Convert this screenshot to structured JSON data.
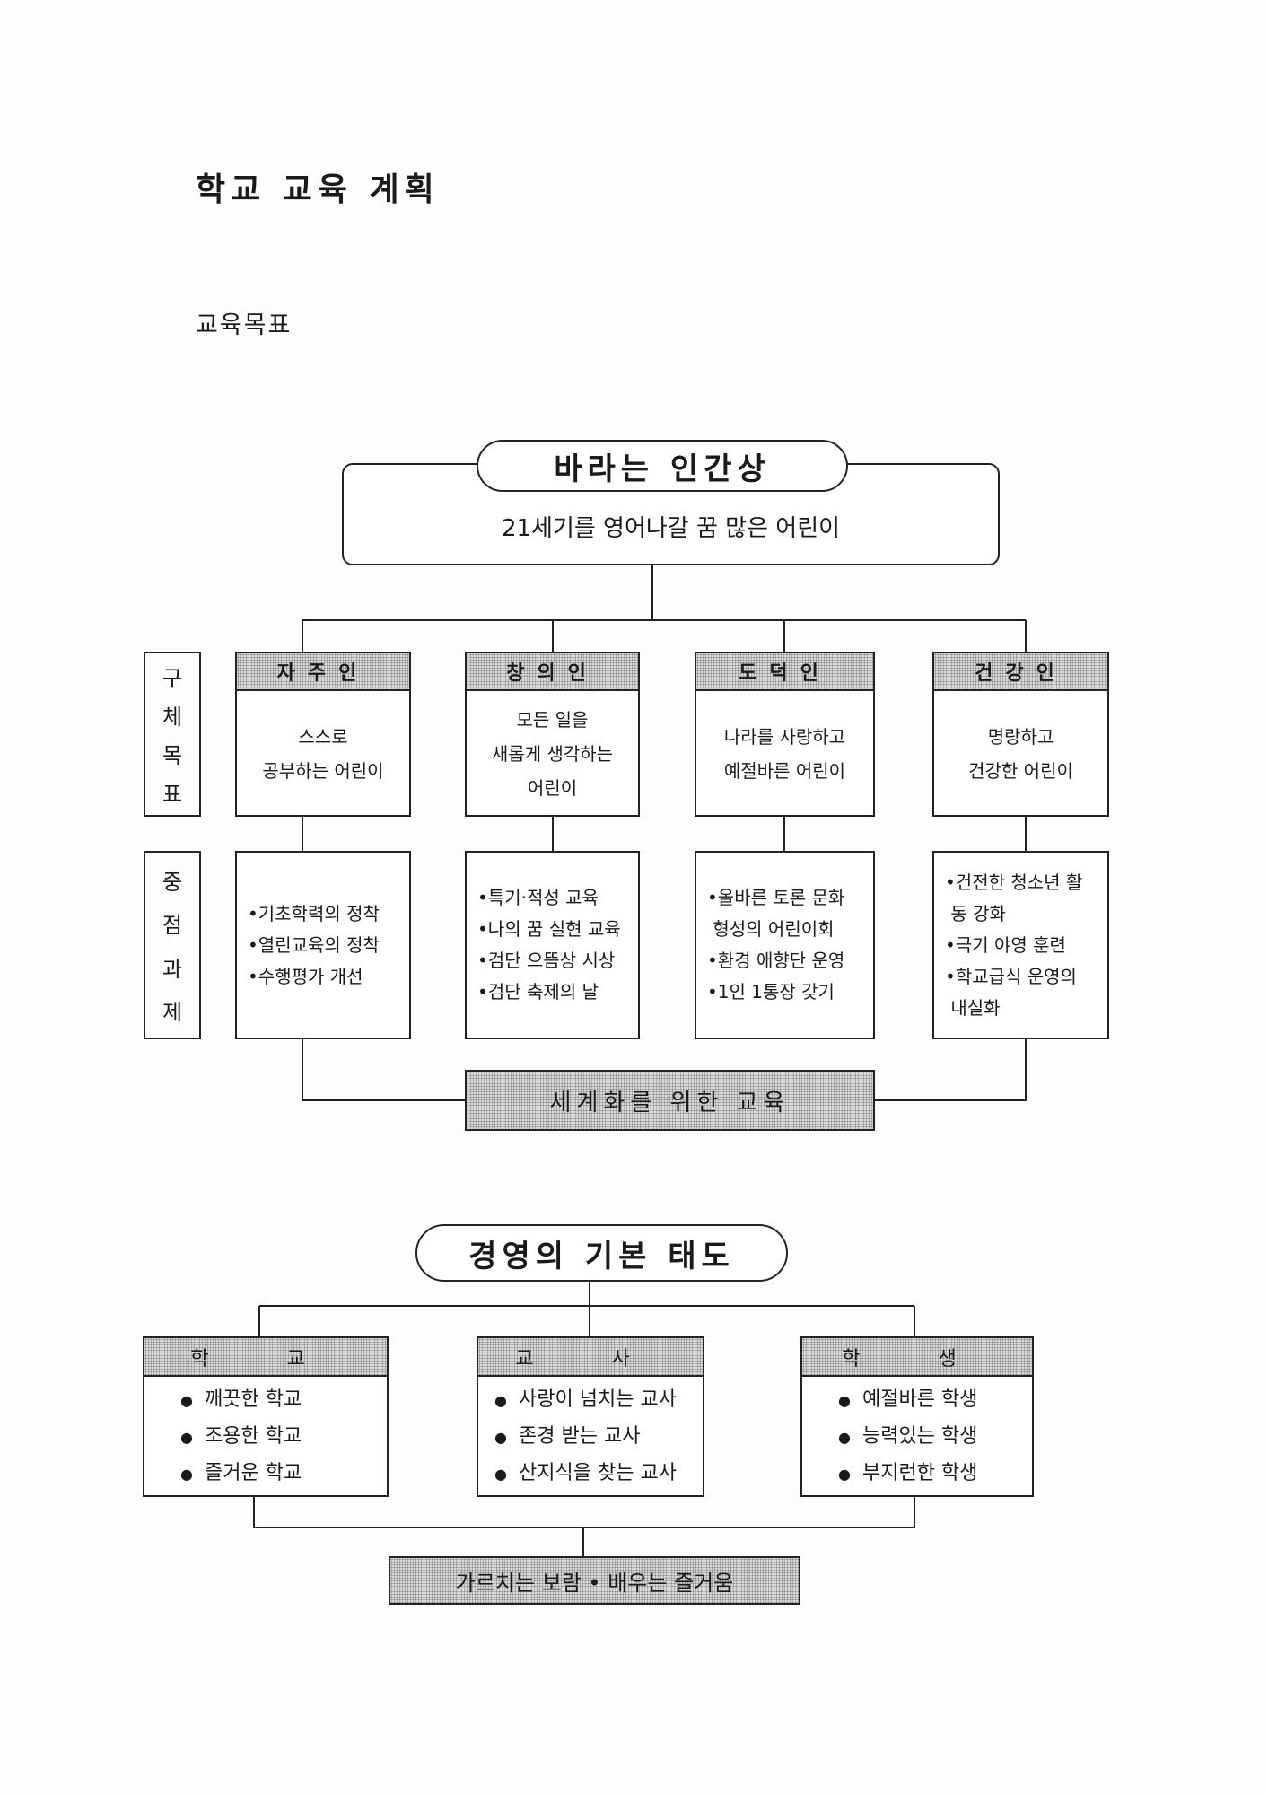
{
  "title": "학교 교육 계획",
  "subtitle": "교육목표",
  "ideal": {
    "heading": "바라는 인간상",
    "text": "21세기를 영어나갈 꿈 많은 어린이"
  },
  "row_labels": {
    "goals": [
      "구",
      "체",
      "목",
      "표"
    ],
    "tasks": [
      "중",
      "점",
      "과",
      "제"
    ]
  },
  "columns": [
    {
      "header": "자주인",
      "goal": [
        "스스로",
        "공부하는 어린이"
      ],
      "tasks": [
        "•기초학력의 정착",
        "•열린교육의 정착",
        "•수행평가 개선"
      ]
    },
    {
      "header": "창의인",
      "goal": [
        "모든 일을",
        "새롭게 생각하는",
        "어린이"
      ],
      "tasks": [
        "•특기·적성 교육",
        "•나의 꿈 실현 교육",
        "•검단 으뜸상 시상",
        "•검단 축제의 날"
      ]
    },
    {
      "header": "도덕인",
      "goal": [
        "나라를 사랑하고",
        "예절바른 어린이"
      ],
      "tasks": [
        "•올바른 토론 문화",
        " 형성의 어린이회",
        "•환경 애향단 운영",
        "•1인 1통장 갖기"
      ]
    },
    {
      "header": "건강인",
      "goal": [
        "명랑하고",
        "건강한 어린이"
      ],
      "tasks": [
        "•건전한 청소년 활",
        " 동 강화",
        "•극기 야영 훈련",
        "•학교급식 운영의",
        " 내실화"
      ]
    }
  ],
  "global_box": "세계화를 위한 교육",
  "management": {
    "heading": "경영의 기본 태도",
    "groups": [
      {
        "header": "학 교",
        "items": [
          "깨끗한 학교",
          "조용한 학교",
          "즐거운 학교"
        ]
      },
      {
        "header": "교 사",
        "items": [
          "사랑이 넘치는 교사",
          "존경 받는 교사",
          "산지식을 찾는 교사"
        ]
      },
      {
        "header": "학 생",
        "items": [
          "예절바른 학생",
          "능력있는 학생",
          "부지런한 학생"
        ]
      }
    ],
    "motto": "가르치는 보람 • 배우는 즐거움"
  }
}
